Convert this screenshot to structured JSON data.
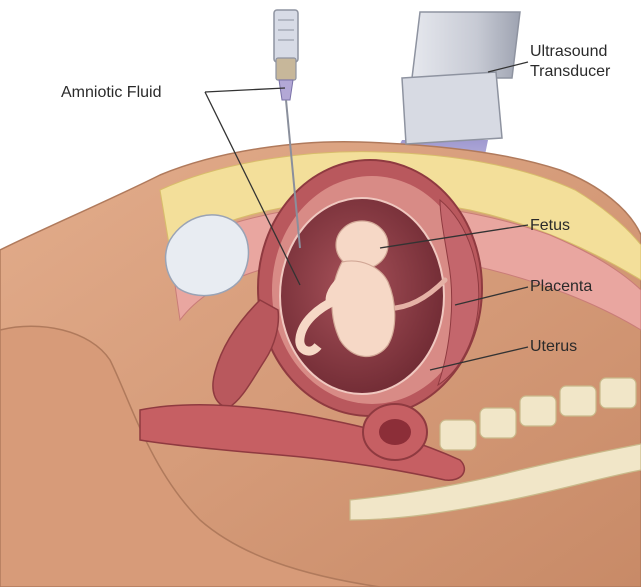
{
  "labels": {
    "amniotic_fluid": "Amniotic Fluid",
    "ultrasound_transducer_line1": "Ultrasound",
    "ultrasound_transducer_line2": "Transducer",
    "fetus": "Fetus",
    "placenta": "Placenta",
    "uterus": "Uterus"
  },
  "colors": {
    "background": "#ffffff",
    "skin": "#d8a07e",
    "skin_shadow": "#b97a58",
    "fat_layer": "#f3df9a",
    "uterus_wall": "#b85a5e",
    "amniotic_sac": "#8e3c45",
    "fetus": "#f6d8c6",
    "placenta": "#c4666c",
    "ultrasound_beam": "#8e86c6",
    "transducer": "#c9ccd6",
    "syringe_barrel": "#d7dbe6",
    "leader_line": "#333333",
    "label_text": "#2a2a2a"
  }
}
